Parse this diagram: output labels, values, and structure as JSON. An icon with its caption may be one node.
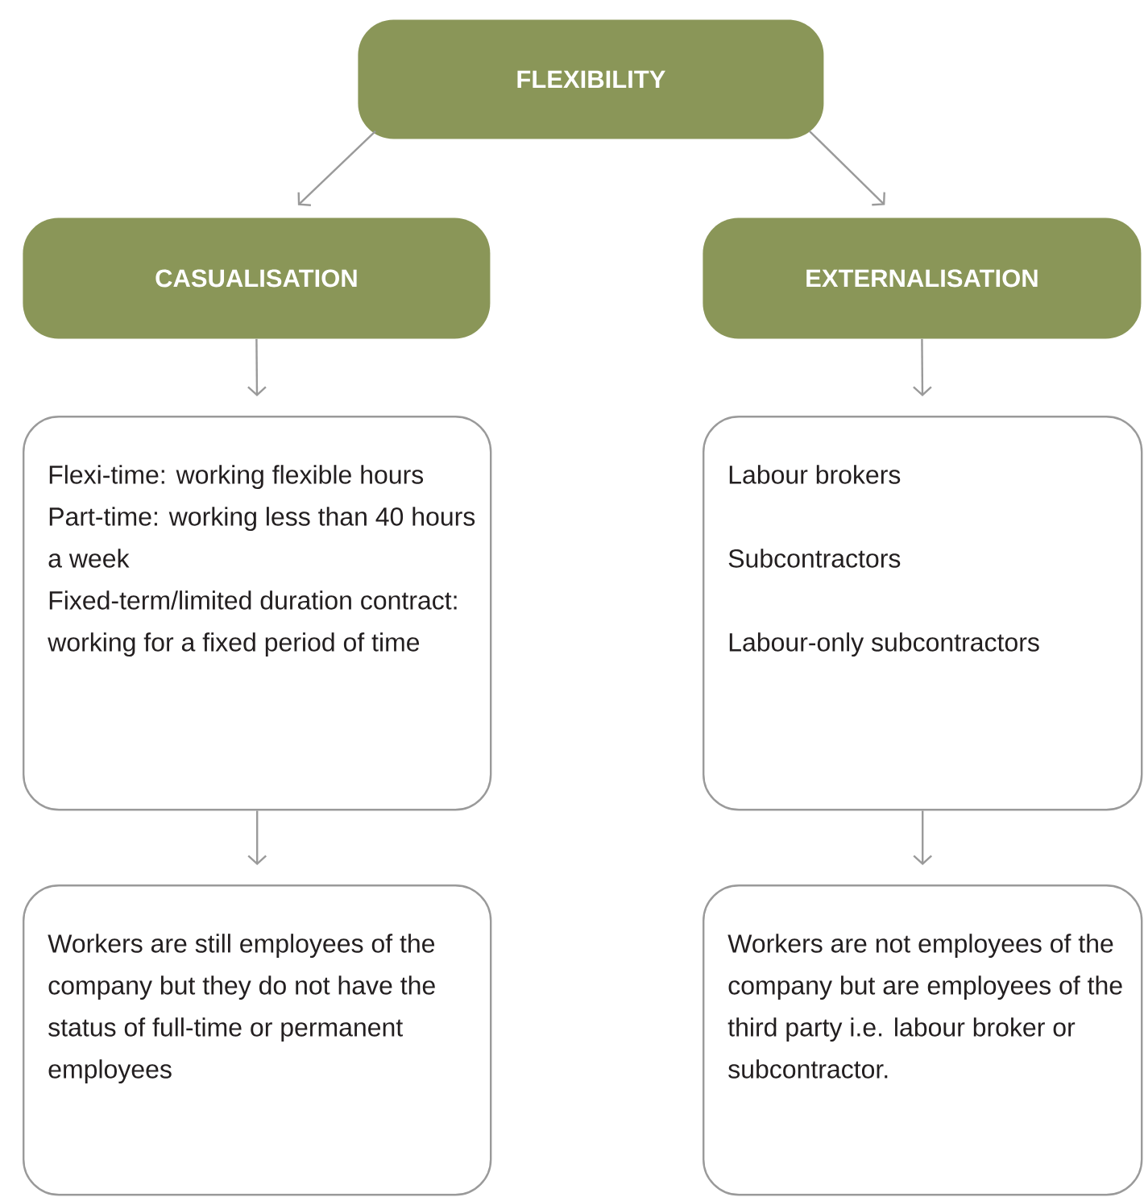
{
  "diagram": {
    "nodes": [
      {
        "text": [
          "FLEXIBILITY"
        ]
      },
      {
        "text": [
          "CASUALISATION"
        ]
      },
      {
        "text": [
          "EXTERNALISATION"
        ]
      },
      {
        "text": [
          "Flexi-time: working flexible hours",
          "Part-time: working less than 40 hours a week",
          "Fixed-term/limited duration contract: working for a fixed period of time"
        ]
      },
      {
        "text": [
          "Labour brokers",
          "Subcontractors",
          "Labour-only subcontractors"
        ]
      },
      {
        "text": [
          "Workers are still employees of the company but they do not have the status of full-time or permanent employees"
        ]
      },
      {
        "text": [
          "Workers are not employees of the company but are employees of the third party i.e. labour broker or subcontractor."
        ]
      }
    ],
    "edges": [
      {
        "from": 0,
        "to": 1,
        "arrow": "to"
      },
      {
        "from": 0,
        "to": 2,
        "arrow": "to"
      },
      {
        "from": 1,
        "to": 3,
        "arrow": "to"
      },
      {
        "from": 2,
        "to": 4,
        "arrow": "to"
      },
      {
        "from": 3,
        "to": 5,
        "arrow": "to"
      },
      {
        "from": 4,
        "to": 6,
        "arrow": "to"
      }
    ]
  }
}
